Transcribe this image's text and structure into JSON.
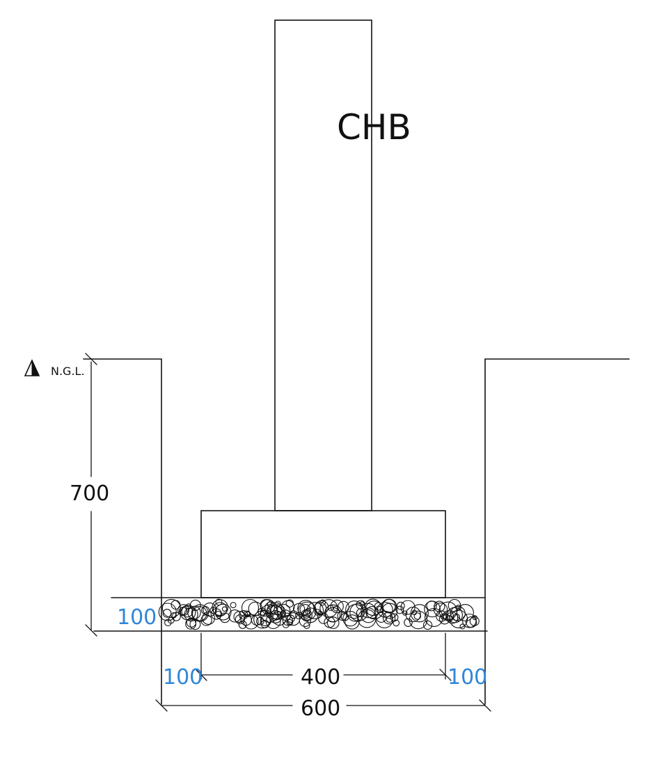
{
  "diagram": {
    "wall_label": "CHB",
    "ground_label": "N.G.L.",
    "depth_dimension": "700",
    "gravel_bed_thickness": "100",
    "footing_width": "400",
    "left_offset": "100",
    "right_offset": "100",
    "trench_width": "600"
  },
  "colors": {
    "line": "#111111",
    "blue_dimension": "#2f86d8",
    "background": "#ffffff"
  },
  "icons": {
    "ground_level_marker": "ngl-triangle-icon"
  }
}
